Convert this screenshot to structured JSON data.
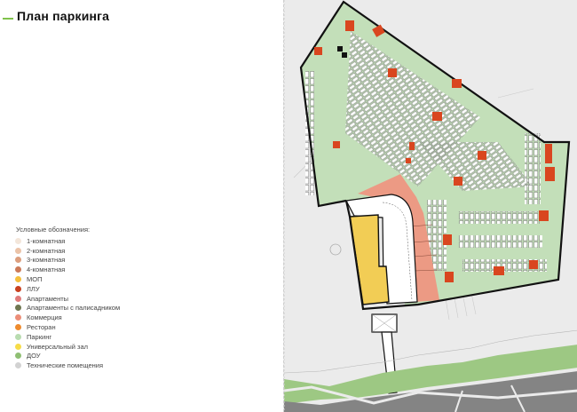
{
  "header": {
    "title": "План паркинга",
    "accent_color": "#7fc24a"
  },
  "legend": {
    "heading": "Условные обозначения:",
    "items": [
      {
        "label": "1-комнатная",
        "color": "#f3e6da"
      },
      {
        "label": "2-комнатная",
        "color": "#ebc3a8"
      },
      {
        "label": "3-комнатная",
        "color": "#dc9e7e"
      },
      {
        "label": "4-комнатная",
        "color": "#cc7a58"
      },
      {
        "label": "МОП",
        "color": "#f5bf3c"
      },
      {
        "label": "ЛЛУ",
        "color": "#c9401f"
      },
      {
        "label": "Апартаменты",
        "color": "#e07b7b"
      },
      {
        "label": "Апартаменты с палисадником",
        "color": "#6f7650"
      },
      {
        "label": "Коммерция",
        "color": "#ec8e78"
      },
      {
        "label": "Ресторан",
        "color": "#ee8b2e"
      },
      {
        "label": "Паркинг",
        "color": "#b9dcb0"
      },
      {
        "label": "Универсальный зал",
        "color": "#f7dc48"
      },
      {
        "label": "ДОУ",
        "color": "#8fbf73"
      },
      {
        "label": "Технические помещения",
        "color": "#d2d2d2"
      }
    ]
  },
  "map": {
    "colors": {
      "background": "#ebebeb",
      "parking": "#c3dfb9",
      "commerce": "#ec9a84",
      "universal_hall": "#f2cd55",
      "llu": "#d9461f",
      "green_strip": "#9dc883",
      "road": "#848484",
      "outline": "#111111"
    }
  }
}
